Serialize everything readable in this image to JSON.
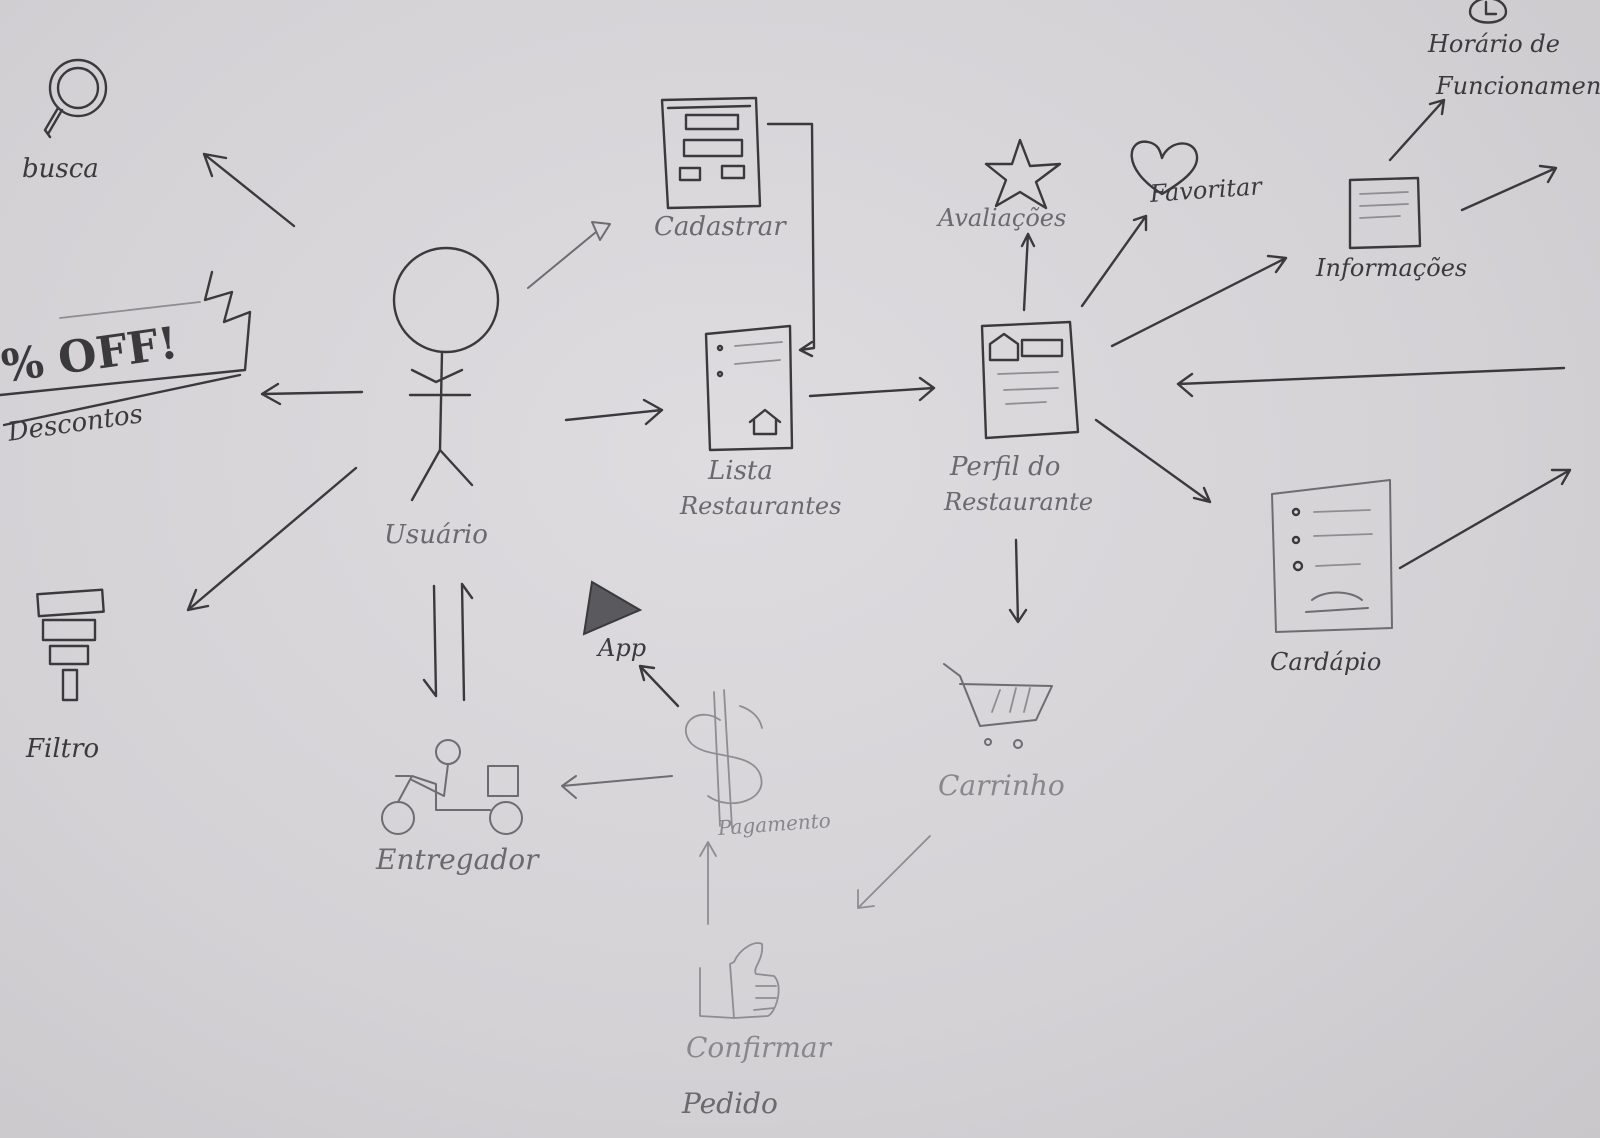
{
  "colors": {
    "ink": "#3a3a3c",
    "ink_light": "#6d6c70",
    "paper": "#d6d4d7"
  },
  "nodes": {
    "busca": {
      "label": "busca",
      "icon": "magnifier-icon"
    },
    "descontos": {
      "label": "Descontos",
      "banner": "% OFF!",
      "icon": "discount-banner-icon"
    },
    "filtro": {
      "label": "Filtro",
      "icon": "filter-icon"
    },
    "usuario": {
      "label": "Usuário",
      "icon": "stick-figure-icon"
    },
    "cadastrar": {
      "label": "Cadastrar",
      "icon": "form-icon"
    },
    "lista": {
      "label_line1": "Lista",
      "label_line2": "Restaurantes",
      "icon": "list-screen-icon"
    },
    "perfil": {
      "label_line1": "Perfil do",
      "label_line2": "Restaurante",
      "icon": "profile-screen-icon"
    },
    "avaliacoes": {
      "label": "Avaliações",
      "icon": "star-icon"
    },
    "favoritar": {
      "label": "Favoritar",
      "icon": "heart-icon"
    },
    "informacoes": {
      "label": "Informações",
      "icon": "document-icon"
    },
    "horario": {
      "label_line1": "Horário de",
      "label_line2": "Funcionamento",
      "icon": "clock-icon"
    },
    "cardapio": {
      "label": "Cardápio",
      "icon": "menu-icon"
    },
    "carrinho": {
      "label": "Carrinho",
      "icon": "cart-icon"
    },
    "pagamento": {
      "label": "Pagamento",
      "icon": "dollar-icon"
    },
    "app": {
      "label": "App",
      "icon": "app-triangle-icon"
    },
    "entregador": {
      "label": "Entregador",
      "icon": "delivery-scooter-icon"
    },
    "confirmar": {
      "label_line1": "Confirmar",
      "label_line2": "Pedido",
      "icon": "thumbs-up-icon"
    }
  }
}
